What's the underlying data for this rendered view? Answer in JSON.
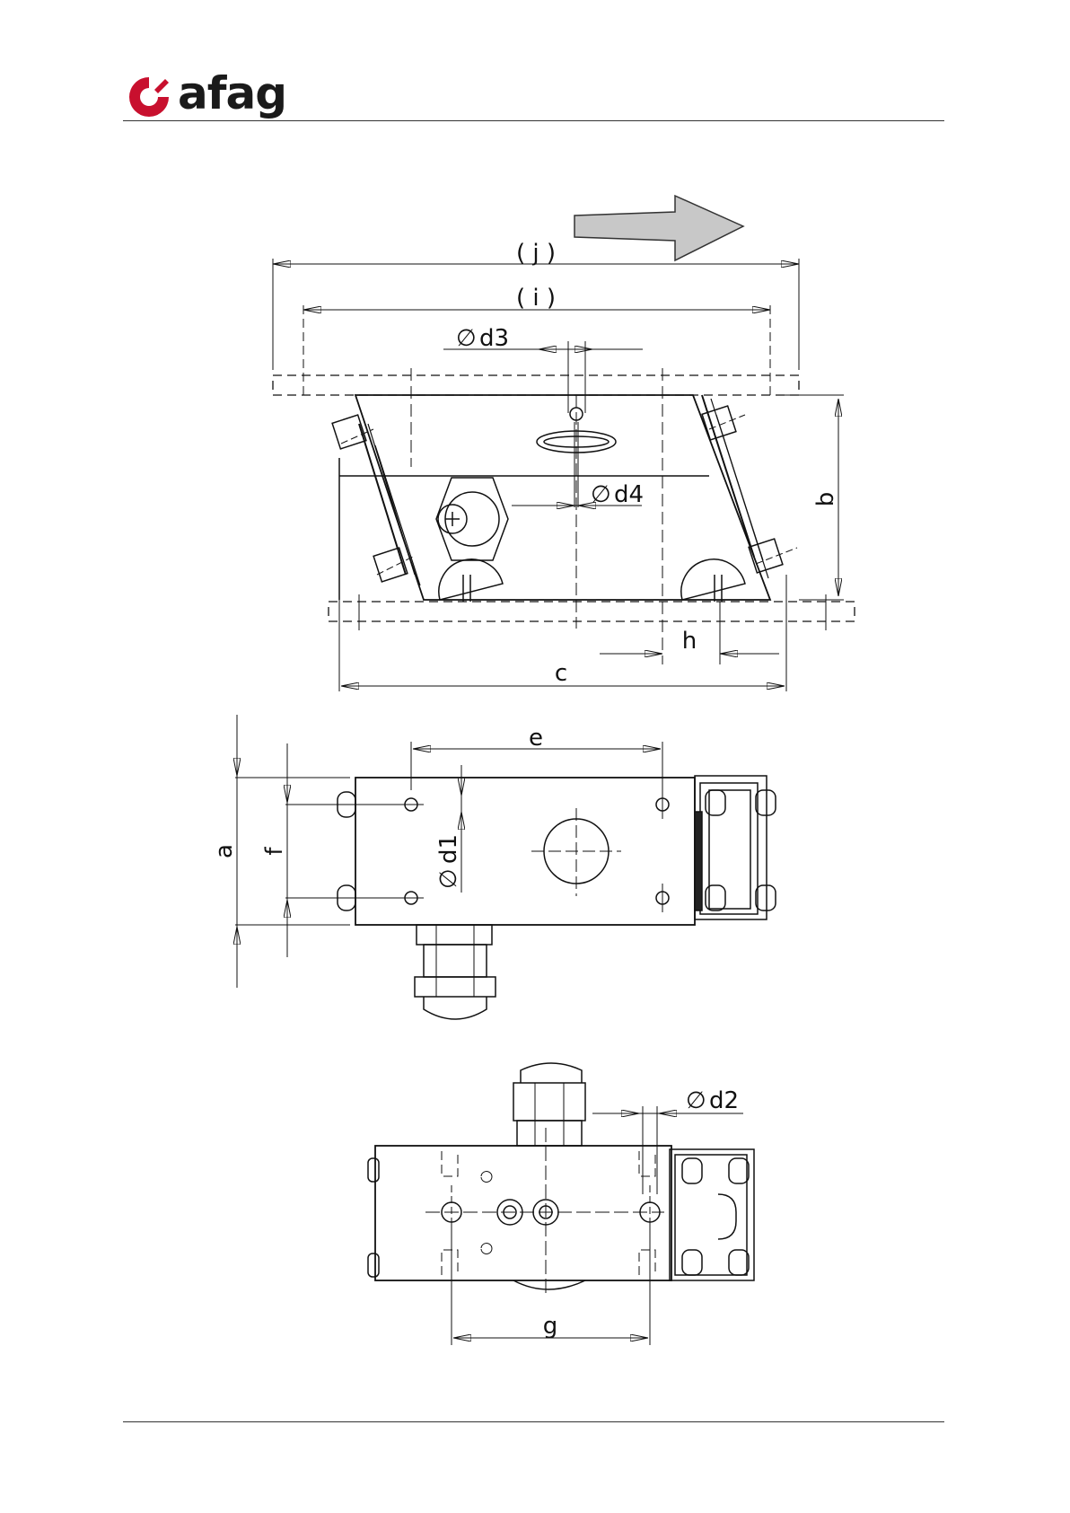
{
  "header": {
    "logo_text": "afag",
    "brand_color": "#c8102e"
  },
  "drawing": {
    "labels": {
      "j": "( j )",
      "i": "( i )",
      "d3": "d3",
      "d4": "d4",
      "b": "b",
      "h": "h",
      "c": "c",
      "e": "e",
      "a": "a",
      "f": "f",
      "d1": "d1",
      "d2": "d2",
      "g": "g"
    },
    "diameter_symbol": "∅",
    "arrow_fill": "#c8c8c8"
  }
}
